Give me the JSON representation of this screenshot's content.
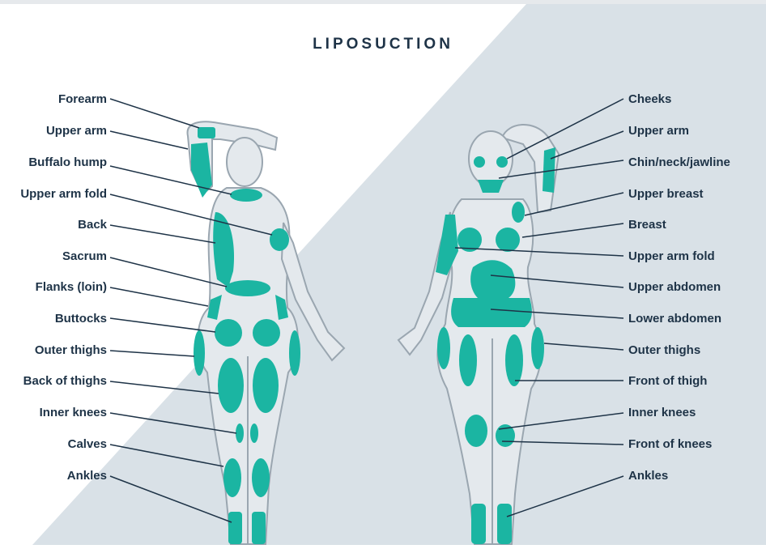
{
  "title": "LIPOSUCTION",
  "colors": {
    "background": "#ffffff",
    "diagonal_panel": "#d9e1e7",
    "zone_fill": "#1bb5a2",
    "body_fill": "#e4e9ed",
    "body_stroke": "#9aa6b0",
    "label_text": "#1e3347"
  },
  "back_view_labels": [
    "Forearm",
    "Upper arm",
    "Buffalo hump",
    "Upper arm fold",
    "Back",
    "Sacrum",
    "Flanks (loin)",
    "Buttocks",
    "Outer thighs",
    "Back of thighs",
    "Inner knees",
    "Calves",
    "Ankles"
  ],
  "front_view_labels": [
    "Cheeks",
    "Upper arm",
    "Chin/neck/jawline",
    "Upper breast",
    "Breast",
    "Upper arm fold",
    "Upper abdomen",
    "Lower abdomen",
    "Outer thighs",
    "Front of thigh",
    "Inner knees",
    "Front of knees",
    "Ankles"
  ]
}
